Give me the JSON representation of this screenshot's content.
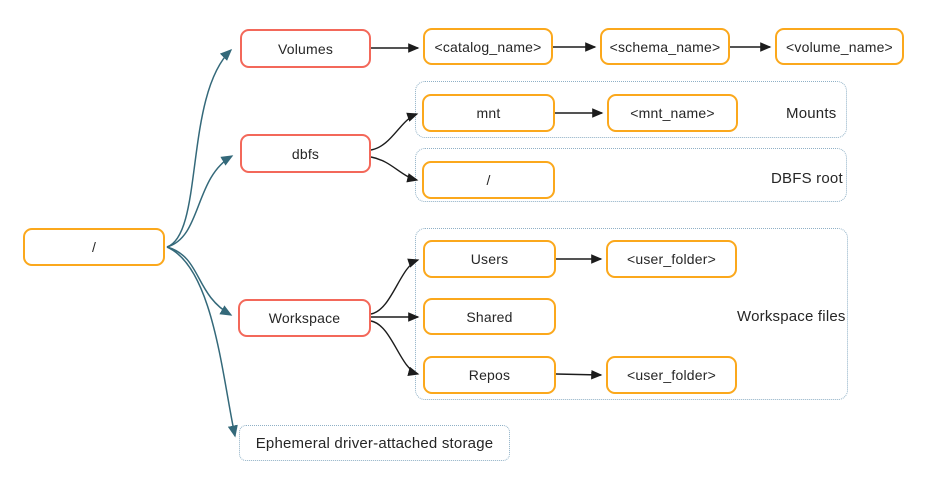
{
  "colors": {
    "red_border": "#F3685A",
    "orange_border": "#FBA81C",
    "dotted_border": "#8FB0C6",
    "teal_arrow": "#34697A",
    "black_arrow": "#1C1C1C",
    "text": "#262626"
  },
  "root": {
    "label": "/"
  },
  "volumes_branch": {
    "volumes": "Volumes",
    "catalog_name": "<catalog_name>",
    "schema_name": "<schema_name>",
    "volume_name": "<volume_name>"
  },
  "dbfs_branch": {
    "dbfs": "dbfs",
    "mnt": "mnt",
    "mnt_name": "<mnt_name>",
    "mounts_group_label": "Mounts",
    "dbfs_root_slash": "/",
    "dbfs_root_group_label": "DBFS root"
  },
  "workspace_branch": {
    "workspace": "Workspace",
    "users": "Users",
    "users_user_folder": "<user_folder>",
    "shared": "Shared",
    "repos": "Repos",
    "repos_user_folder": "<user_folder>",
    "group_label": "Workspace files"
  },
  "ephemeral_storage": {
    "label": "Ephemeral driver-attached storage"
  }
}
